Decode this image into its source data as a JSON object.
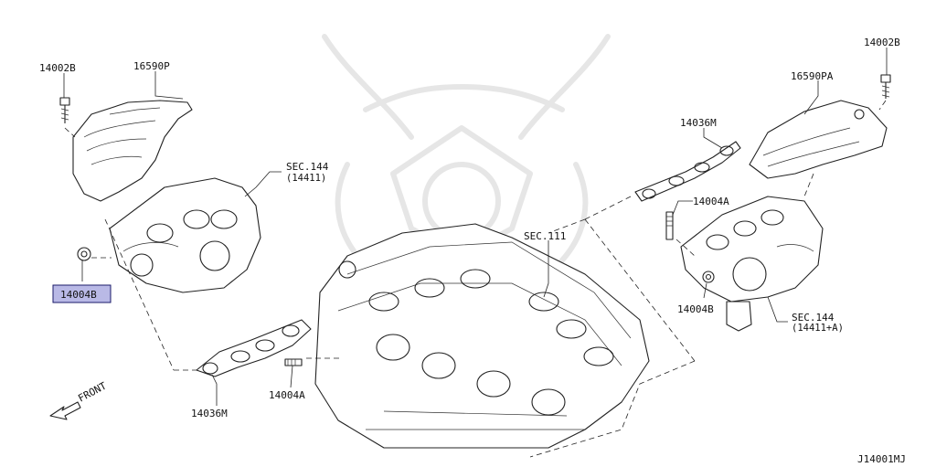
{
  "diagram_id": "J14001MJ",
  "front_label": "FRONT",
  "parts": {
    "bolt_left": "14002B",
    "bolt_right": "14002B",
    "heat_ins_left": "16590P",
    "heat_ins_right": "16590PA",
    "gasket_top": "14036M",
    "gasket_bottom": "14036M",
    "stud_right": "14004A",
    "stud_bottom": "14004A",
    "nut_left": "14004B",
    "nut_right": "14004B",
    "sec_left": "SEC.144",
    "sec_left_sub": "(14411)",
    "sec_right": "SEC.144",
    "sec_right_sub": "(14411+A)",
    "sec_engine": "SEC.111"
  },
  "highlight": {
    "part": "14004B",
    "color": "#b9b9e6"
  }
}
